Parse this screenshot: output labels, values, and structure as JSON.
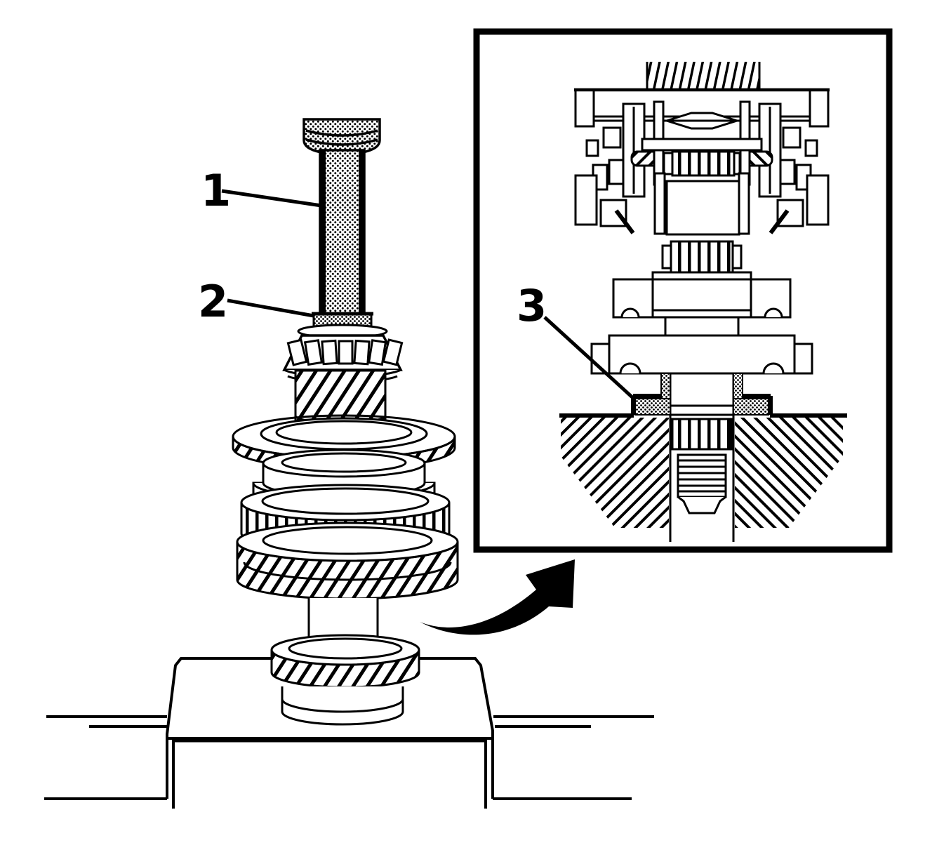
{
  "colors": {
    "ink": "#000000",
    "paper": "#ffffff"
  },
  "callouts": [
    {
      "label": "1"
    },
    {
      "label": "2"
    },
    {
      "label": "3"
    }
  ]
}
